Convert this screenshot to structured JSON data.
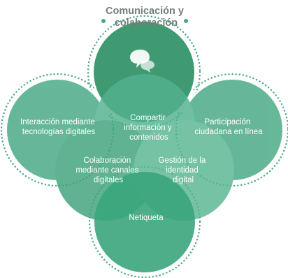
{
  "diagram": {
    "title_line1": "Comunicación y",
    "title_line2": "colaboración",
    "top_icon": "chat-bubbles-icon",
    "areas": {
      "left": {
        "line1": "Interacción mediante",
        "line2": "tecnologías digitales"
      },
      "center": {
        "line1": "Compartir",
        "line2": "información y",
        "line3": "contenidos"
      },
      "right": {
        "line1": "Participación",
        "line2": "ciudadana en línea"
      },
      "lower_left": {
        "line1": "Colaboración",
        "line2": "mediante canales",
        "line3": "digitales"
      },
      "lower_right": {
        "line1": "Gestión de la",
        "line2": "identidad",
        "line3": "digital"
      },
      "bottom": {
        "line1": "Netiqueta"
      }
    },
    "colors": {
      "title": "#6f7f79",
      "top_circle": "#3f9a72",
      "petal": "#45a883",
      "bottom_circle": "#3aa57c",
      "dots": "#4aa983"
    }
  }
}
